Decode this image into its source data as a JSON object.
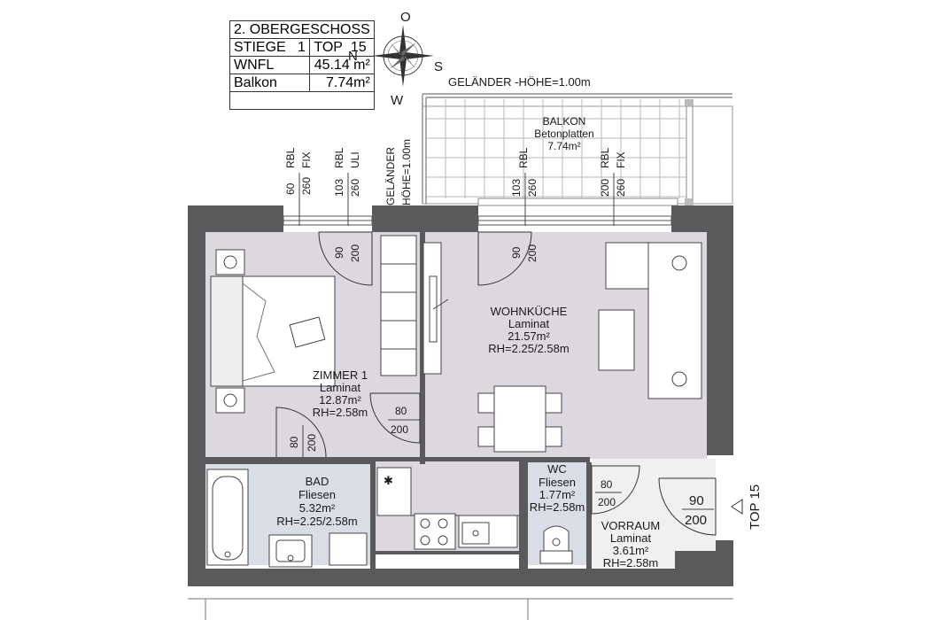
{
  "info_box": {
    "floor": "2. OBERGESCHOSS",
    "stair_label": "STIEGE",
    "stair_value": "1",
    "unit_label": "TOP",
    "unit_value": "15",
    "wnfl_label": "WNFL",
    "wnfl_value": "45.14 m²",
    "balcony_label": "Balkon",
    "balcony_value": "7.74m²"
  },
  "compass": {
    "n": "N",
    "o": "O",
    "s": "S",
    "w": "W"
  },
  "railing_top": "GELÄNDER -HÖHE=1.00m",
  "railing_side": {
    "line1": "GELÄNDER",
    "line2": "HÖHE=1.00m"
  },
  "balcony": {
    "name": "BALKON",
    "floor": "Betonplatten",
    "area": "7.74m²"
  },
  "windows": {
    "w1": {
      "top": "RBL",
      "top2": "FIX",
      "w": "60",
      "h": "260"
    },
    "w2": {
      "top": "RBL",
      "top2": "ULI",
      "w": "103",
      "h": "260"
    },
    "w3": {
      "top": "RBL",
      "w": "103",
      "h": "260"
    },
    "w4": {
      "top": "RBL",
      "top2": "FIX",
      "w": "200",
      "h": "260"
    }
  },
  "rooms": {
    "zimmer": {
      "name": "ZIMMER 1",
      "floor": "Laminat",
      "area": "12.87m²",
      "height": "RH=2.58m"
    },
    "wohn": {
      "name": "WOHNKÜCHE",
      "floor": "Laminat",
      "area": "21.57m²",
      "height": "RH=2.25/2.58m"
    },
    "bad": {
      "name": "BAD",
      "floor": "Fliesen",
      "area": "5.32m²",
      "height": "RH=2.25/2.58m"
    },
    "wc": {
      "name": "WC",
      "floor": "Fliesen",
      "area": "1.77m²",
      "height": "RH=2.58m"
    },
    "vorraum": {
      "name": "VORRAUM",
      "floor": "Laminat",
      "area": "3.61m²",
      "height": "RH=2.58m"
    }
  },
  "doors": {
    "balcony_door_1": {
      "w": "90",
      "h": "200"
    },
    "balcony_door_2": {
      "w": "90",
      "h": "200"
    },
    "zimmer_door": {
      "w": "80",
      "h": "200"
    },
    "bad_door": {
      "w": "80",
      "h": "200"
    },
    "wc_door": {
      "w": "80",
      "h": "200"
    },
    "entrance_door": {
      "w": "90",
      "h": "200"
    }
  },
  "entrance_label": "TOP 15",
  "colors": {
    "wall": "#5a5a5c",
    "living": "#ddd8e0",
    "wet": "#d8dde6",
    "hall": "#f0f0f0",
    "balcony_grid": "#b8b8b8"
  }
}
